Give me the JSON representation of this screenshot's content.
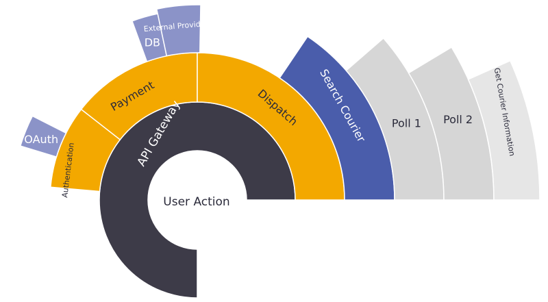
{
  "center_label": "User Action",
  "colors": {
    "gateway": "#3d3b48",
    "orange": "#f3a800",
    "purple_light": "#8b93c8",
    "blue": "#4a5dab",
    "grey": "#d6d6d6",
    "grey_light": "#e6e6e6",
    "text_light": "#ffffff",
    "text_dark": "#2a2a3a",
    "border": "#ffffff"
  },
  "segments": [
    {
      "id": "api-gateway",
      "label": "API Gateway",
      "ring": 1,
      "color": "gateway",
      "text": "text_light"
    },
    {
      "id": "authentication",
      "label": "Authentication",
      "ring": 2,
      "color": "orange",
      "text": "text_dark"
    },
    {
      "id": "payment",
      "label": "Payment",
      "ring": 2,
      "color": "orange",
      "text": "text_dark"
    },
    {
      "id": "dispatch",
      "label": "Dispatch",
      "ring": 2,
      "color": "orange",
      "text": "text_dark"
    },
    {
      "id": "oauth",
      "label": "OAuth",
      "ring": 3,
      "color": "purple_light",
      "text": "text_light"
    },
    {
      "id": "db",
      "label": "DB",
      "ring": 3,
      "color": "purple_light",
      "text": "text_light"
    },
    {
      "id": "external-provider",
      "label": "External Provider",
      "ring": 3,
      "color": "purple_light",
      "text": "text_light"
    },
    {
      "id": "search-courier",
      "label": "Search Courier",
      "ring": 3,
      "color": "blue",
      "text": "text_light"
    },
    {
      "id": "poll-1",
      "label": "Poll 1",
      "ring": 4,
      "color": "grey",
      "text": "text_dark"
    },
    {
      "id": "poll-2",
      "label": "Poll 2",
      "ring": 5,
      "color": "grey",
      "text": "text_dark"
    },
    {
      "id": "get-courier-information",
      "label": "Get Courier Information",
      "ring": 6,
      "color": "grey_light",
      "text": "text_dark"
    }
  ]
}
